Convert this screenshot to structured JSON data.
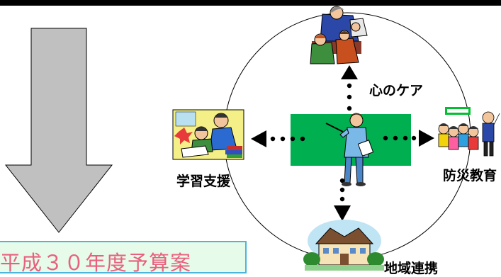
{
  "labels": {
    "heart_care": "心のケア",
    "learning_support": "学習支援",
    "disaster_education": "防災教育",
    "community": "地域連携"
  },
  "budget": {
    "text": "平成３０年度予算案"
  },
  "colors": {
    "board": "#00b050",
    "arrow_fill": "#c0c0c0",
    "budget_bg": "#e6fbe9",
    "budget_border": "#49b6e0",
    "budget_text": "#e8607e"
  },
  "icons": [
    "teacher-with-students-icon",
    "teacher-pointing-icon",
    "children-studying-icon",
    "children-group-icon",
    "school-building-icon"
  ]
}
